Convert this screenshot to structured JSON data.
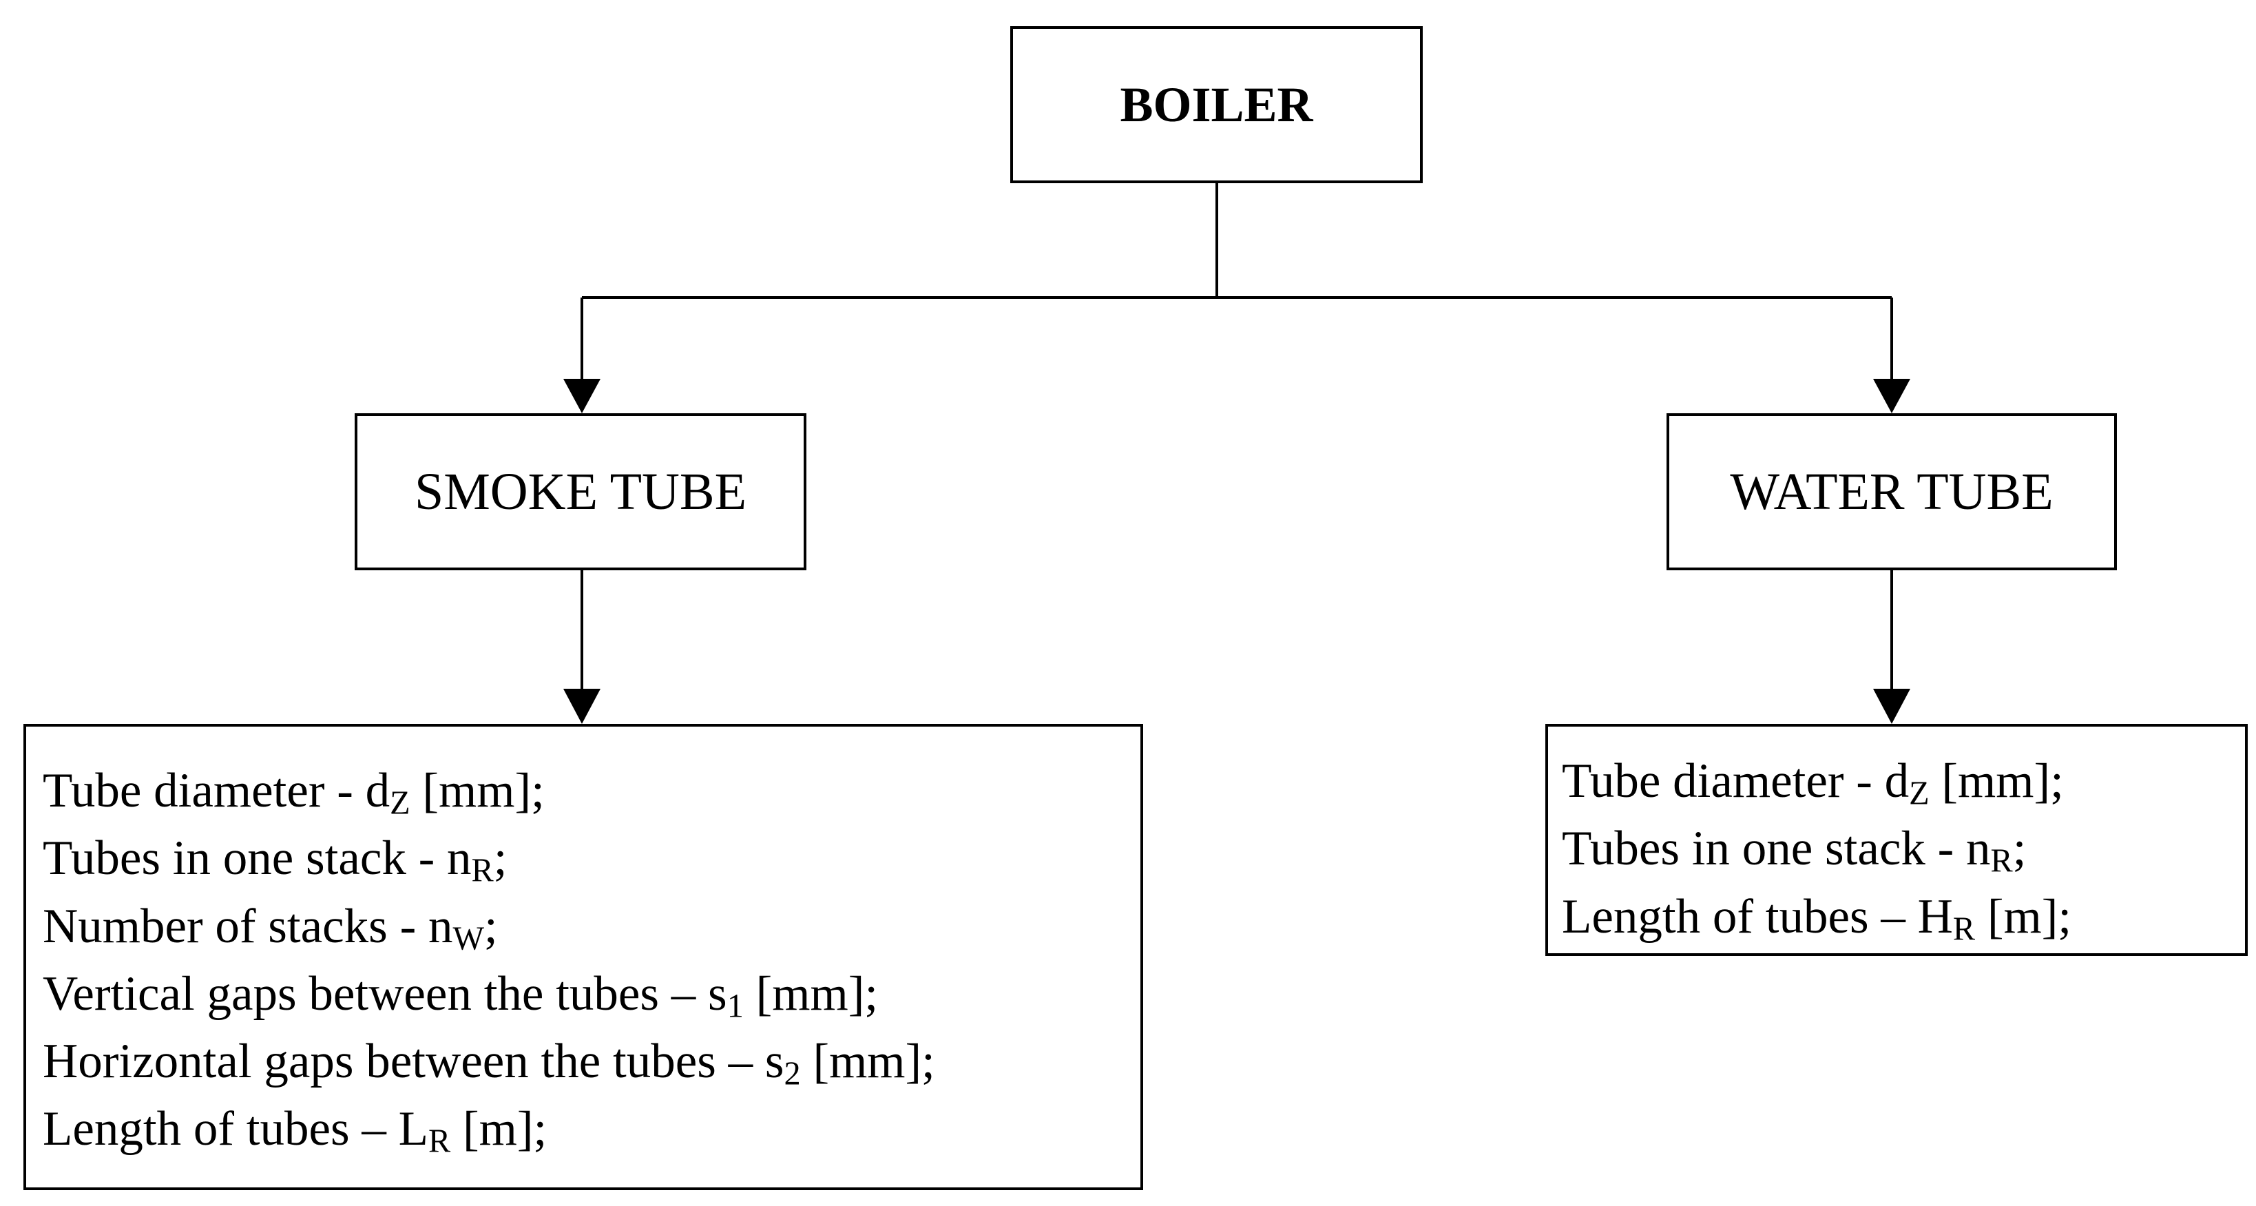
{
  "nodes": {
    "boiler": {
      "label": "BOILER"
    },
    "smoke_tube": {
      "label": "SMOKE TUBE"
    },
    "water_tube": {
      "label": "WATER TUBE"
    }
  },
  "smoke_tube_params": [
    {
      "text": "Tube diameter - d",
      "sub": "Z",
      "after": " [mm];"
    },
    {
      "text": "Tubes in one stack - n",
      "sub": "R",
      "after": ";"
    },
    {
      "text": "Number of stacks - n",
      "sub": "W",
      "after": ";"
    },
    {
      "text": "Vertical gaps between the tubes – s",
      "sub": "1",
      "after": " [mm];"
    },
    {
      "text": "Horizontal gaps between the tubes – s",
      "sub": "2",
      "after": " [mm];"
    },
    {
      "text": "Length of tubes – L",
      "sub": "R",
      "after": " [m];"
    }
  ],
  "water_tube_params": [
    {
      "text": "Tube diameter - d",
      "sub": "Z",
      "after": " [mm];"
    },
    {
      "text": "Tubes in one stack - n",
      "sub": "R",
      "after": ";"
    },
    {
      "text": "Length of tubes – H",
      "sub": "R",
      "after": " [m];"
    }
  ]
}
